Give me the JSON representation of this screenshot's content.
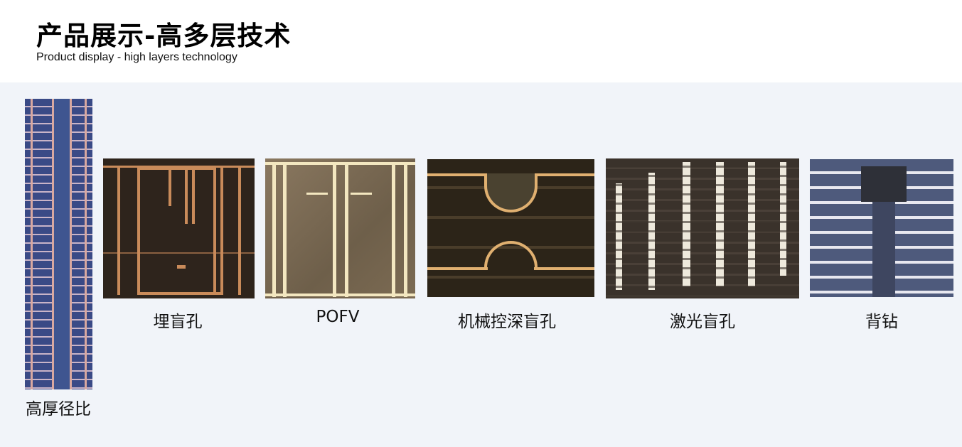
{
  "header": {
    "title": "产品展示-高多层技术",
    "subtitle": "Product display  - high layers technology"
  },
  "products": [
    {
      "label": "高厚径比"
    },
    {
      "label": "埋盲孔"
    },
    {
      "label": "POFV"
    },
    {
      "label": "机械控深盲孔"
    },
    {
      "label": "激光盲孔"
    },
    {
      "label": "背钻"
    }
  ]
}
